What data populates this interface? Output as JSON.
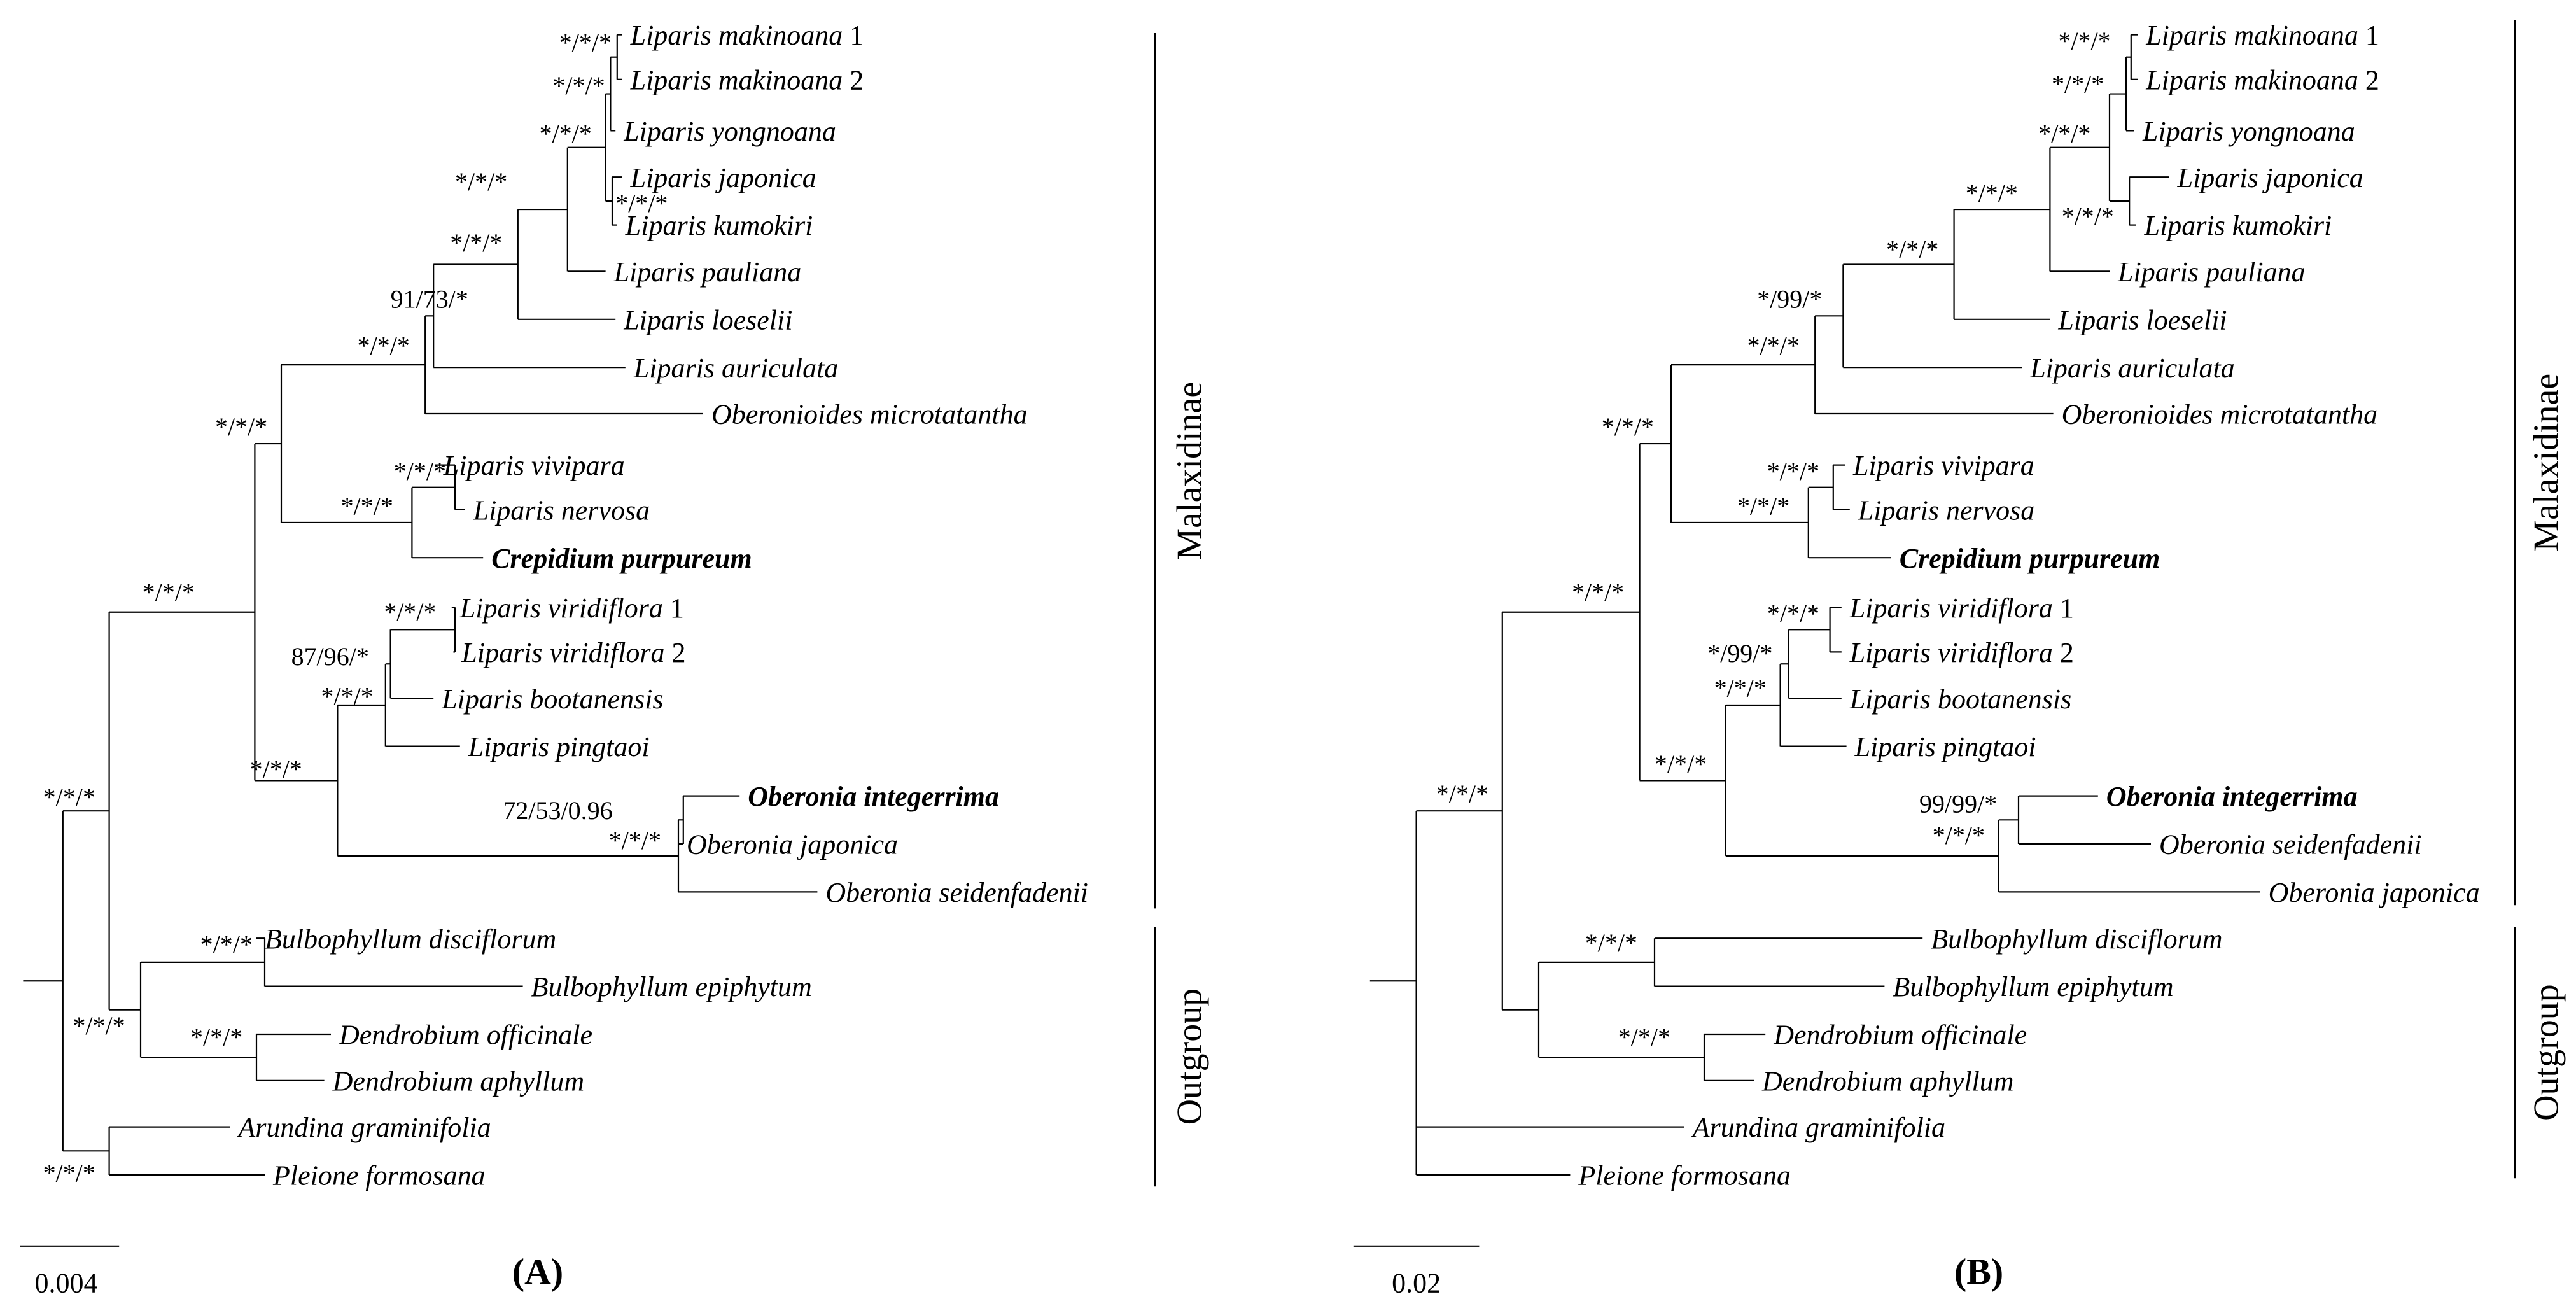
{
  "figure": {
    "panels": [
      {
        "label": "(A)",
        "scale_label": "0.004",
        "groups": [
          "Malaxidinae",
          "Outgroup"
        ],
        "taxa": [
          {
            "genus": "Liparis",
            "epithet": "makinoana",
            "suffix": "1",
            "bold": false
          },
          {
            "genus": "Liparis",
            "epithet": "makinoana",
            "suffix": "2",
            "bold": false
          },
          {
            "genus": "Liparis",
            "epithet": "yongnoana",
            "suffix": "",
            "bold": false
          },
          {
            "genus": "Liparis",
            "epithet": "japonica",
            "suffix": "",
            "bold": false
          },
          {
            "genus": "Liparis",
            "epithet": "kumokiri",
            "suffix": "",
            "bold": false
          },
          {
            "genus": "Liparis",
            "epithet": "pauliana",
            "suffix": "",
            "bold": false
          },
          {
            "genus": "Liparis",
            "epithet": "loeselii",
            "suffix": "",
            "bold": false
          },
          {
            "genus": "Liparis",
            "epithet": "auriculata",
            "suffix": "",
            "bold": false
          },
          {
            "genus": "Oberonioides",
            "epithet": "microtatantha",
            "suffix": "",
            "bold": false
          },
          {
            "genus": "Liparis",
            "epithet": "vivipara",
            "suffix": "",
            "bold": false
          },
          {
            "genus": "Liparis",
            "epithet": "nervosa",
            "suffix": "",
            "bold": false
          },
          {
            "genus": "Crepidium",
            "epithet": "purpureum",
            "suffix": "",
            "bold": true
          },
          {
            "genus": "Liparis",
            "epithet": "viridiflora",
            "suffix": "1",
            "bold": false
          },
          {
            "genus": "Liparis",
            "epithet": "viridiflora",
            "suffix": "2",
            "bold": false
          },
          {
            "genus": "Liparis",
            "epithet": "bootanensis",
            "suffix": "",
            "bold": false
          },
          {
            "genus": "Liparis",
            "epithet": "pingtaoi",
            "suffix": "",
            "bold": false
          },
          {
            "genus": "Oberonia",
            "epithet": "integerrima",
            "suffix": "",
            "bold": true
          },
          {
            "genus": "Oberonia",
            "epithet": "japonica",
            "suffix": "",
            "bold": false
          },
          {
            "genus": "Oberonia",
            "epithet": "seidenfadenii",
            "suffix": "",
            "bold": false
          },
          {
            "genus": "Bulbophyllum",
            "epithet": "disciflorum",
            "suffix": "",
            "bold": false
          },
          {
            "genus": "Bulbophyllum",
            "epithet": "epiphytum",
            "suffix": "",
            "bold": false
          },
          {
            "genus": "Dendrobium",
            "epithet": "officinale",
            "suffix": "",
            "bold": false
          },
          {
            "genus": "Dendrobium",
            "epithet": "aphyllum",
            "suffix": "",
            "bold": false
          },
          {
            "genus": "Arundina",
            "epithet": "graminifolia",
            "suffix": "",
            "bold": false
          },
          {
            "genus": "Pleione",
            "epithet": "formosana",
            "suffix": "",
            "bold": false
          }
        ],
        "supports": [
          "*/*/*",
          "*/*/*",
          "*/*/*",
          "*/*/*",
          "*/*/*",
          "*/*/*",
          "91/73/*",
          "*/*/*",
          "*/*/*",
          "*/*/*",
          "*/*/*",
          "*/*/*",
          "*/*/*",
          "87/96/*",
          "*/*/*",
          "*/*/*",
          "72/53/0.96",
          "*/*/*",
          "*/*/*",
          "*/*/*",
          "*/*/*",
          "*/*/*",
          "*/*/*"
        ]
      },
      {
        "label": "(B)",
        "scale_label": "0.02",
        "groups": [
          "Malaxidinae",
          "Outgroup"
        ],
        "taxa": [
          {
            "genus": "Liparis",
            "epithet": "makinoana",
            "suffix": "1",
            "bold": false
          },
          {
            "genus": "Liparis",
            "epithet": "makinoana",
            "suffix": "2",
            "bold": false
          },
          {
            "genus": "Liparis",
            "epithet": "yongnoana",
            "suffix": "",
            "bold": false
          },
          {
            "genus": "Liparis",
            "epithet": "japonica",
            "suffix": "",
            "bold": false
          },
          {
            "genus": "Liparis",
            "epithet": "kumokiri",
            "suffix": "",
            "bold": false
          },
          {
            "genus": "Liparis",
            "epithet": "pauliana",
            "suffix": "",
            "bold": false
          },
          {
            "genus": "Liparis",
            "epithet": "loeselii",
            "suffix": "",
            "bold": false
          },
          {
            "genus": "Liparis",
            "epithet": "auriculata",
            "suffix": "",
            "bold": false
          },
          {
            "genus": "Oberonioides",
            "epithet": "microtatantha",
            "suffix": "",
            "bold": false
          },
          {
            "genus": "Liparis",
            "epithet": "vivipara",
            "suffix": "",
            "bold": false
          },
          {
            "genus": "Liparis",
            "epithet": "nervosa",
            "suffix": "",
            "bold": false
          },
          {
            "genus": "Crepidium",
            "epithet": "purpureum",
            "suffix": "",
            "bold": true
          },
          {
            "genus": "Liparis",
            "epithet": "viridiflora",
            "suffix": "1",
            "bold": false
          },
          {
            "genus": "Liparis",
            "epithet": "viridiflora",
            "suffix": "2",
            "bold": false
          },
          {
            "genus": "Liparis",
            "epithet": "bootanensis",
            "suffix": "",
            "bold": false
          },
          {
            "genus": "Liparis",
            "epithet": "pingtaoi",
            "suffix": "",
            "bold": false
          },
          {
            "genus": "Oberonia",
            "epithet": "integerrima",
            "suffix": "",
            "bold": true
          },
          {
            "genus": "Oberonia",
            "epithet": "seidenfadenii",
            "suffix": "",
            "bold": false
          },
          {
            "genus": "Oberonia",
            "epithet": "japonica",
            "suffix": "",
            "bold": false
          },
          {
            "genus": "Bulbophyllum",
            "epithet": "disciflorum",
            "suffix": "",
            "bold": false
          },
          {
            "genus": "Bulbophyllum",
            "epithet": "epiphytum",
            "suffix": "",
            "bold": false
          },
          {
            "genus": "Dendrobium",
            "epithet": "officinale",
            "suffix": "",
            "bold": false
          },
          {
            "genus": "Dendrobium",
            "epithet": "aphyllum",
            "suffix": "",
            "bold": false
          },
          {
            "genus": "Arundina",
            "epithet": "graminifolia",
            "suffix": "",
            "bold": false
          },
          {
            "genus": "Pleione",
            "epithet": "formosana",
            "suffix": "",
            "bold": false
          }
        ],
        "supports": [
          "*/*/*",
          "*/*/*",
          "*/*/*",
          "*/*/*",
          "*/*/*",
          "*/*/*",
          "*/99/*",
          "*/*/*",
          "*/*/*",
          "*/*/*",
          "*/*/*",
          "*/*/*",
          "*/99/*",
          "*/*/*",
          "*/*/*",
          "99/99/*",
          "*/*/*",
          "*/*/*",
          "*/*/*",
          "*/*/*",
          "*/*/*"
        ]
      }
    ]
  }
}
